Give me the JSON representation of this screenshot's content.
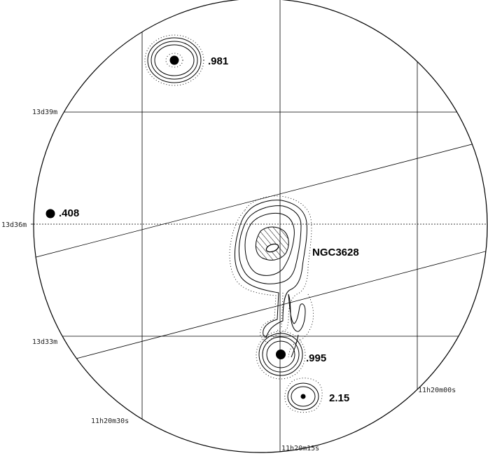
{
  "coordinate_labels": {
    "dec_top": "13d39m",
    "dec_mid": "13d36m",
    "dec_bottom": "13d33m",
    "ra_left": "11h20m30s",
    "ra_mid": "11h20m15s",
    "ra_right": "11h20m00s"
  },
  "sources": {
    "top": ".981",
    "left": ".408",
    "galaxy": "NGC3628",
    "lower": ".995",
    "bottom": "2.15"
  },
  "colors": {
    "ink": "#000000",
    "background": "#ffffff"
  }
}
